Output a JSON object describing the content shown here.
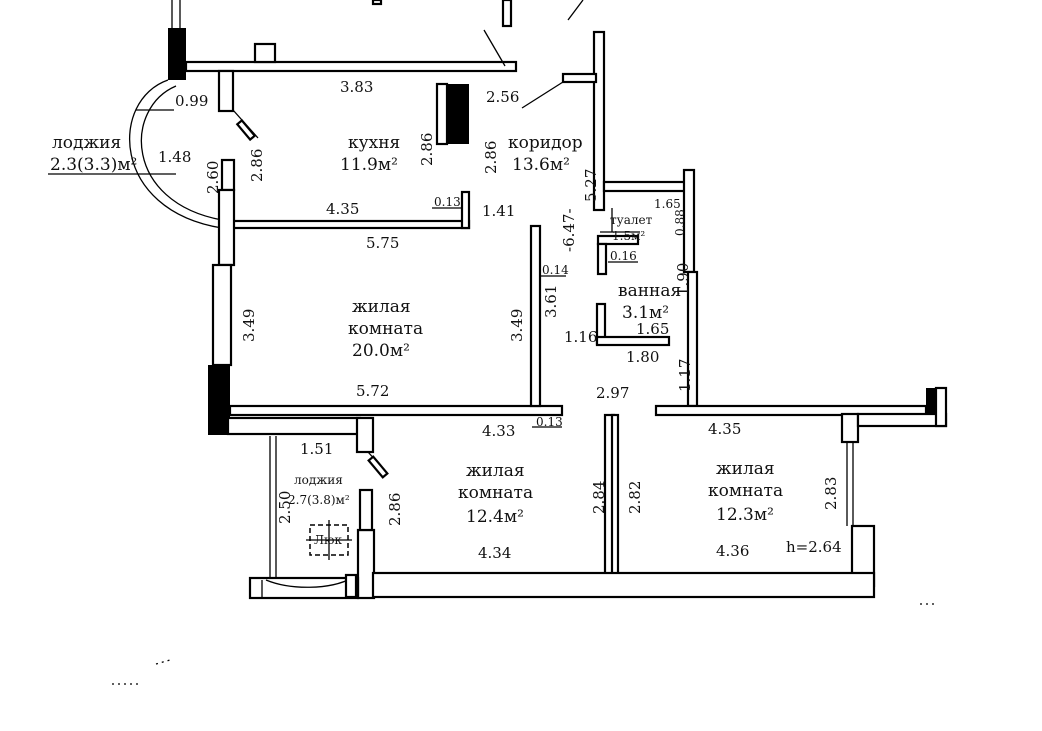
{
  "rooms": {
    "kitchen": {
      "name": "кухня",
      "area": "11.9м²"
    },
    "corridor": {
      "name": "коридор",
      "area": "13.6м²"
    },
    "living1": {
      "name1": "жилая",
      "name2": "комната",
      "area": "20.0м²"
    },
    "living2": {
      "name1": "жилая",
      "name2": "комната",
      "area": "12.4м²"
    },
    "living3": {
      "name1": "жилая",
      "name2": "комната",
      "area": "12.3м²"
    },
    "toilet": {
      "name": "туалет",
      "area": "1.5м²"
    },
    "bathroom": {
      "name": "ванная",
      "area": "3.1м²"
    },
    "loggia1": {
      "name": "лоджия",
      "area": "2.3(3.3)м²"
    },
    "loggia2": {
      "name": "лоджия",
      "area": "2.7(3.8)м²"
    },
    "hatch": "Люк",
    "height": "h=2.64"
  },
  "dims": {
    "d383": "3.83",
    "d099": "0.99",
    "d256": "2.56",
    "d148": "1.48",
    "d286a": "2.86",
    "d286b": "2.86",
    "d286c": "2.86",
    "d260": "2.60",
    "d435a": "4.35",
    "d013a": "0.13",
    "d141": "1.41",
    "d575": "5.75",
    "d527": "5.27",
    "d647": "-6.47-",
    "d165a": "1.65",
    "d088": "0.88",
    "d016": "0.16",
    "d014": "0.14",
    "d361": "3.61",
    "d349a": "3.49",
    "d349b": "3.49",
    "d190": "1.90",
    "d116": "1.16",
    "d165b": "1.65",
    "d180": "1.80",
    "d117": "1.17",
    "d572": "5.72",
    "d297": "2.97",
    "d433": "4.33",
    "d013b": "0.13",
    "d435b": "4.35",
    "d151": "1.51",
    "d250": "2.50",
    "d286d": "2.86",
    "d284": "2.84",
    "d282": "2.82",
    "d283": "2.83",
    "d434": "4.34",
    "d436": "4.36"
  }
}
